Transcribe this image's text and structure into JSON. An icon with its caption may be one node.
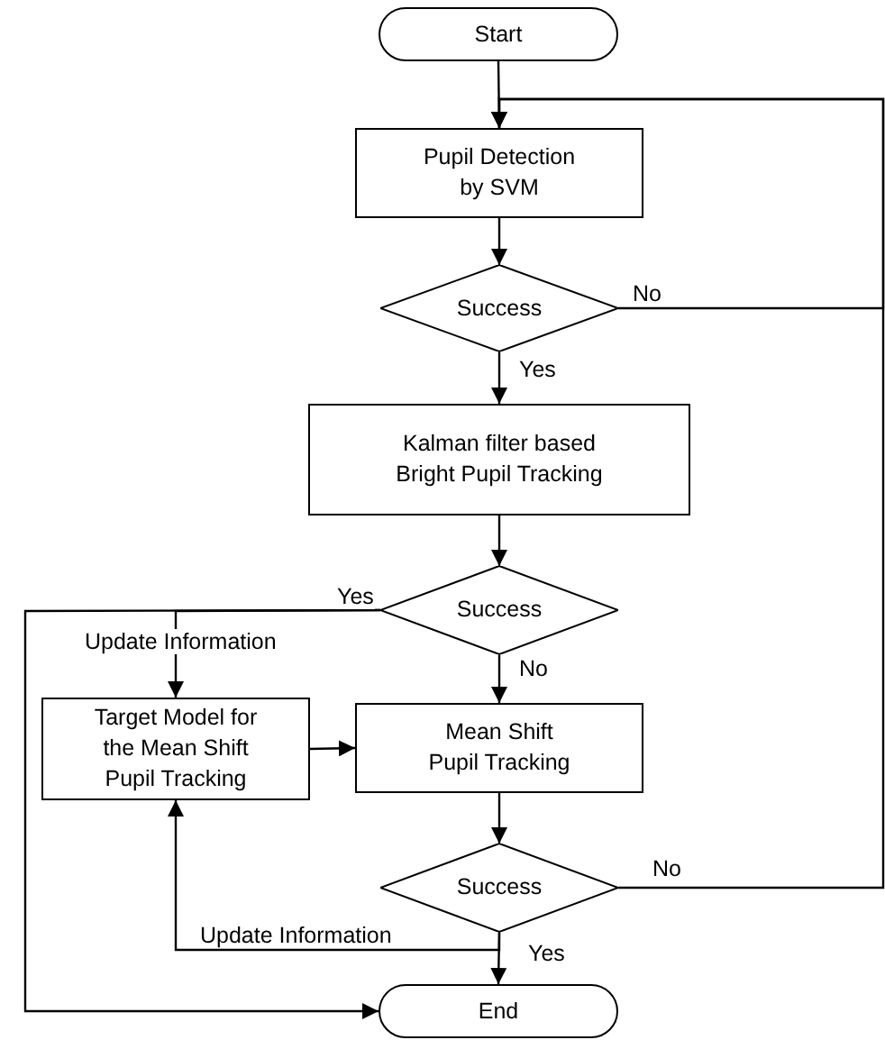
{
  "diagram": {
    "nodes": [
      {
        "text": [
          "Start"
        ]
      },
      {
        "text": [
          "Pupil Detection by SVM"
        ]
      },
      {
        "text": [
          "Success"
        ]
      },
      {
        "text": [
          "Kalman filter based Bright Pupil Tracking"
        ]
      },
      {
        "text": [
          "Success"
        ]
      },
      {
        "text": [
          "Target Model for the Mean Shift Pupil Tracking"
        ]
      },
      {
        "text": [
          "Mean Shift Pupil Tracking"
        ]
      },
      {
        "text": [
          "Success"
        ]
      },
      {
        "text": [
          "End"
        ]
      }
    ],
    "edges": [
      {
        "from": 0,
        "to": 1,
        "arrow": "to"
      },
      {
        "from": 1,
        "to": 2,
        "arrow": "to"
      },
      {
        "from": 2,
        "to": 1,
        "arrow": "to",
        "label": "No"
      },
      {
        "from": 2,
        "to": 3,
        "arrow": "to",
        "label": "Yes"
      },
      {
        "from": 3,
        "to": 4,
        "arrow": "to"
      },
      {
        "from": 4,
        "to": 6,
        "arrow": "to",
        "label": "No"
      },
      {
        "from": 4,
        "to": 8,
        "arrow": "to",
        "label": "Yes"
      },
      {
        "from": 4,
        "to": 5,
        "arrow": "to",
        "label": "Update Information"
      },
      {
        "from": 5,
        "to": 6,
        "arrow": "to"
      },
      {
        "from": 6,
        "to": 7,
        "arrow": "to"
      },
      {
        "from": 7,
        "to": 8,
        "arrow": "to",
        "label": "Yes"
      },
      {
        "from": 7,
        "to": 1,
        "arrow": "to",
        "label": "No"
      },
      {
        "from": 7,
        "to": 5,
        "arrow": "to",
        "label": "Update Information"
      }
    ]
  }
}
